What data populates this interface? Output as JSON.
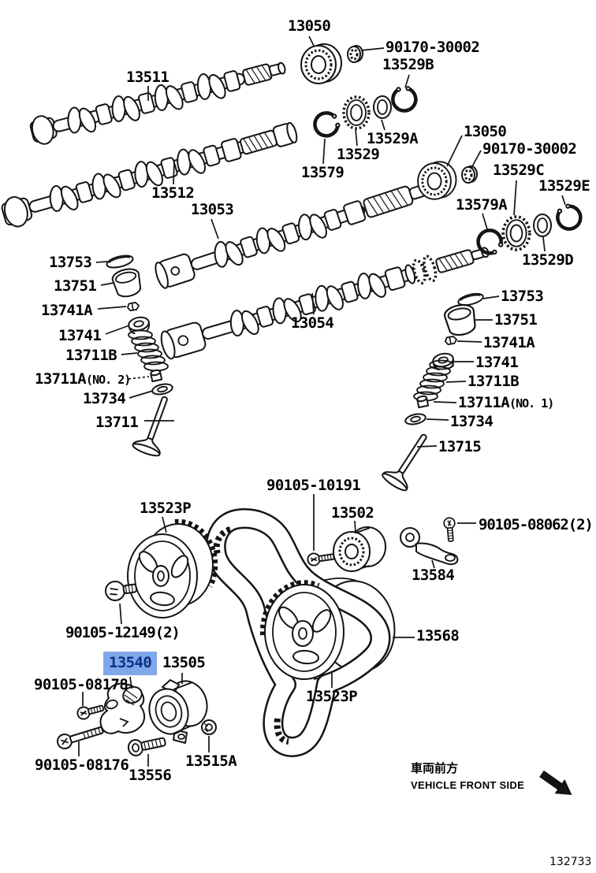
{
  "figure": {
    "code": "132733"
  },
  "front_note": {
    "jp": "車両前方",
    "en": "VEHICLE FRONT SIDE"
  },
  "highlight": {
    "bg": "#7fa8ea",
    "fg": "#0d3184"
  },
  "labels": {
    "p13050_a": {
      "text": "13050"
    },
    "p90170_a": {
      "text": "90170-30002"
    },
    "p13529b": {
      "text": "13529B"
    },
    "p13511": {
      "text": "13511"
    },
    "p13529a": {
      "text": "13529A"
    },
    "p13529": {
      "text": "13529"
    },
    "p13579": {
      "text": "13579"
    },
    "p13512": {
      "text": "13512"
    },
    "p13053": {
      "text": "13053"
    },
    "p13050_b": {
      "text": "13050"
    },
    "p90170_b": {
      "text": "90170-30002"
    },
    "p13529c": {
      "text": "13529C"
    },
    "p13529e": {
      "text": "13529E"
    },
    "p13579a": {
      "text": "13579A"
    },
    "p13529d": {
      "text": "13529D"
    },
    "p13054": {
      "text": "13054"
    },
    "p13753_a": {
      "text": "13753"
    },
    "p13751_a": {
      "text": "13751"
    },
    "p13741a_a": {
      "text": "13741A"
    },
    "p13741_a": {
      "text": "13741"
    },
    "p13711b_a": {
      "text": "13711B"
    },
    "p13711a_no2": {
      "text": "13711A",
      "suffix": "(NO. 2)"
    },
    "p13734_a": {
      "text": "13734"
    },
    "p13711": {
      "text": "13711"
    },
    "p13753_b": {
      "text": "13753"
    },
    "p13751_b": {
      "text": "13751"
    },
    "p13741a_b": {
      "text": "13741A"
    },
    "p13741_b": {
      "text": "13741"
    },
    "p13711b_b": {
      "text": "13711B"
    },
    "p13711a_no1": {
      "text": "13711A",
      "suffix": "(NO. 1)"
    },
    "p13734_b": {
      "text": "13734"
    },
    "p13715": {
      "text": "13715"
    },
    "p90105_10191": {
      "text": "90105-10191"
    },
    "p13523p_a": {
      "text": "13523P"
    },
    "p13502": {
      "text": "13502"
    },
    "p90105_08062": {
      "text": "90105-08062(2)"
    },
    "p13584": {
      "text": "13584"
    },
    "p13568": {
      "text": "13568"
    },
    "p90105_12149": {
      "text": "90105-12149(2)"
    },
    "p13540": {
      "text": "13540"
    },
    "p13505": {
      "text": "13505"
    },
    "p90105_08178": {
      "text": "90105-08178"
    },
    "p90105_08176": {
      "text": "90105-08176"
    },
    "p13556": {
      "text": "13556"
    },
    "p13515a": {
      "text": "13515A"
    },
    "p13523p_b": {
      "text": "13523P"
    }
  }
}
